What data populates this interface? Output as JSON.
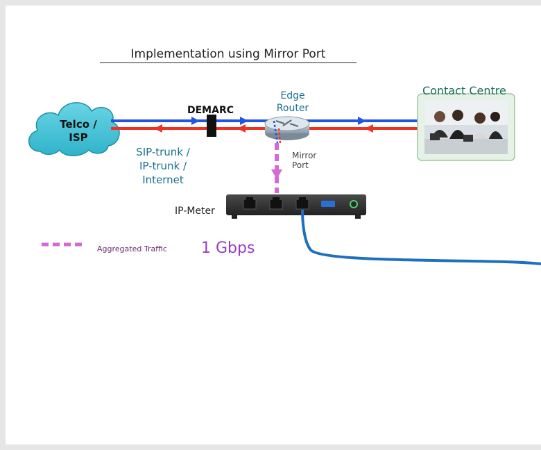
{
  "title": "Implementation using Mirror Port",
  "nodes": {
    "telco": {
      "line1": "Telco /",
      "line2": "ISP"
    },
    "demarc": "DEMARC",
    "edge_router": {
      "line1": "Edge",
      "line2": "Router"
    },
    "contact_centre": "Contact Centre",
    "ip_meter": "IP-Meter"
  },
  "links": {
    "sip_trunk": {
      "line1": "SIP-trunk /",
      "line2": "IP-trunk /",
      "line3": "Internet"
    },
    "mirror_port": {
      "line1": "Mirror",
      "line2": "Port"
    }
  },
  "legend": {
    "aggregated_traffic": "Aggregated Traffic",
    "bandwidth": "1 Gbps"
  },
  "colors": {
    "downstream": "#2255dd",
    "upstream": "#ee3322",
    "mirror": "#d36ad6",
    "cable": "#1e6fbf",
    "cloud": "#46c3d8"
  }
}
